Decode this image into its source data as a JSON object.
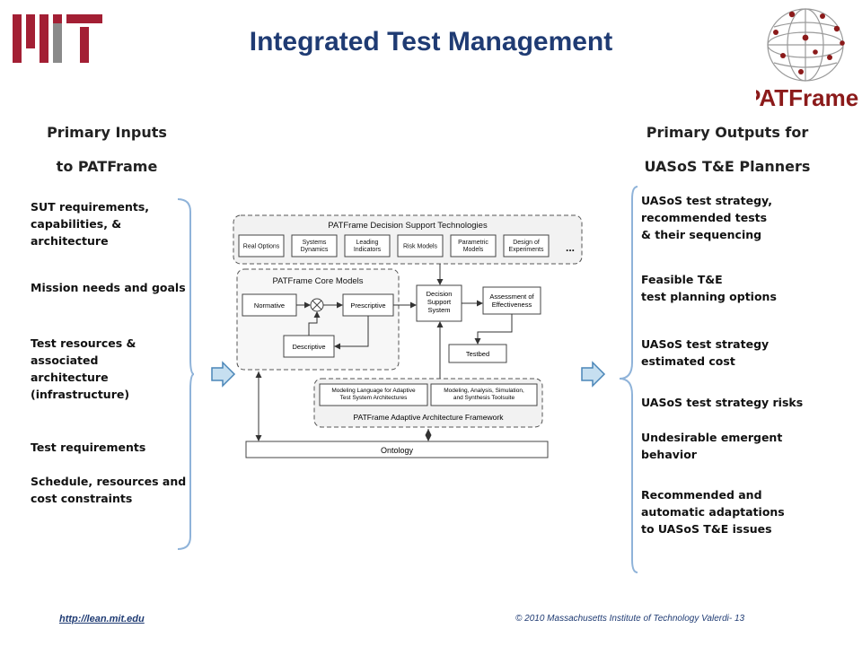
{
  "header": {
    "title": "Integrated Test Management",
    "logo_text": "MIT",
    "brand_name": "PATFrame"
  },
  "inputs": {
    "heading_line1": "Primary Inputs",
    "heading_line2": "to  PATFrame",
    "items": [
      "SUT requirements,\ncapabilities, &\narchitecture",
      "Mission needs and goals",
      "Test resources &\nassociated\narchitecture\n(infrastructure)",
      "Test requirements",
      "Schedule, resources and\ncost constraints"
    ]
  },
  "outputs": {
    "heading_line1": "Primary Outputs for",
    "heading_line2": "UASoS T&E Planners",
    "items": [
      "UASoS test strategy,\nrecommended tests\n& their sequencing",
      "Feasible T&E\ntest planning options",
      "UASoS test strategy\nestimated cost",
      "UASoS test strategy risks",
      "Undesirable emergent\nbehavior",
      "Recommended and\nautomatic adaptations\nto UASoS T&E issues"
    ]
  },
  "diagram": {
    "dst_title": "PATFrame Decision Support Technologies",
    "dst_items": [
      "Real Options",
      "Systems\nDynamics",
      "Leading\nIndicators",
      "Risk Models",
      "Parametric\nModels",
      "Design of\nExperiments"
    ],
    "ellipsis": "...",
    "core_title": "PATFrame Core Models",
    "normative": "Normative",
    "prescriptive": "Prescriptive",
    "descriptive": "Descriptive",
    "dss": "Decision\nSupport\nSystem",
    "assessment": "Assessment of\nEffectiveness",
    "testbed": "Testbed",
    "aaf_item1": "Modeling Language for Adaptive\nTest System Architectures",
    "aaf_item2": "Modeling, Analysis, Simulation,\nand Synthesis Toolsuite",
    "aaf_title": "PATFrame Adaptive Architecture Framework",
    "ontology": "Ontology"
  },
  "footer": {
    "url": "http://lean.mit.edu",
    "copyright": "© 2010 Massachusetts Institute of Technology  Valerdi- 13"
  },
  "colors": {
    "title": "#1f3b73",
    "mit_red": "#a31f34",
    "brand_red": "#8b1a1a",
    "bracket": "#8fb3d9",
    "arrow_fill": "#c6dff0",
    "arrow_stroke": "#4a86b8"
  }
}
